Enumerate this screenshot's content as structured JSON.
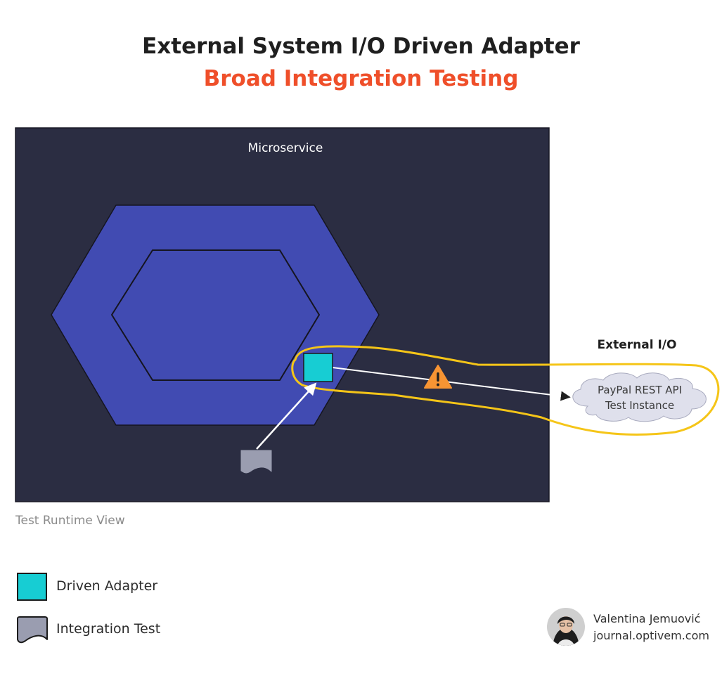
{
  "header": {
    "title": "External System I/O Driven Adapter",
    "subtitle": "Broad Integration Testing"
  },
  "diagram": {
    "microservice_label": "Microservice",
    "external_label": "External I/O",
    "external_system": {
      "line1": "PayPal REST API",
      "line2": "Test Instance"
    },
    "caption": "Test Runtime View"
  },
  "legend": {
    "items": [
      {
        "label": "Driven Adapter",
        "shape": "square",
        "color": "#17cdd3"
      },
      {
        "label": "Integration Test",
        "shape": "document",
        "color": "#9a9db0"
      }
    ]
  },
  "author": {
    "name": "Valentina Jemuović",
    "site": "journal.optivem.com"
  },
  "colors": {
    "title": "#1f1f1f",
    "subtitle": "#ef4f2a",
    "microservice_bg": "#2b2d42",
    "hexagon": "#414bb2",
    "driven_adapter": "#17cdd3",
    "integration_test": "#9a9db0",
    "highlight": "#f5c518",
    "warning": "#f79433",
    "cloud": "#dfe0ec"
  },
  "icons": {
    "warning": "warning-icon",
    "arrow": "arrow-icon"
  }
}
